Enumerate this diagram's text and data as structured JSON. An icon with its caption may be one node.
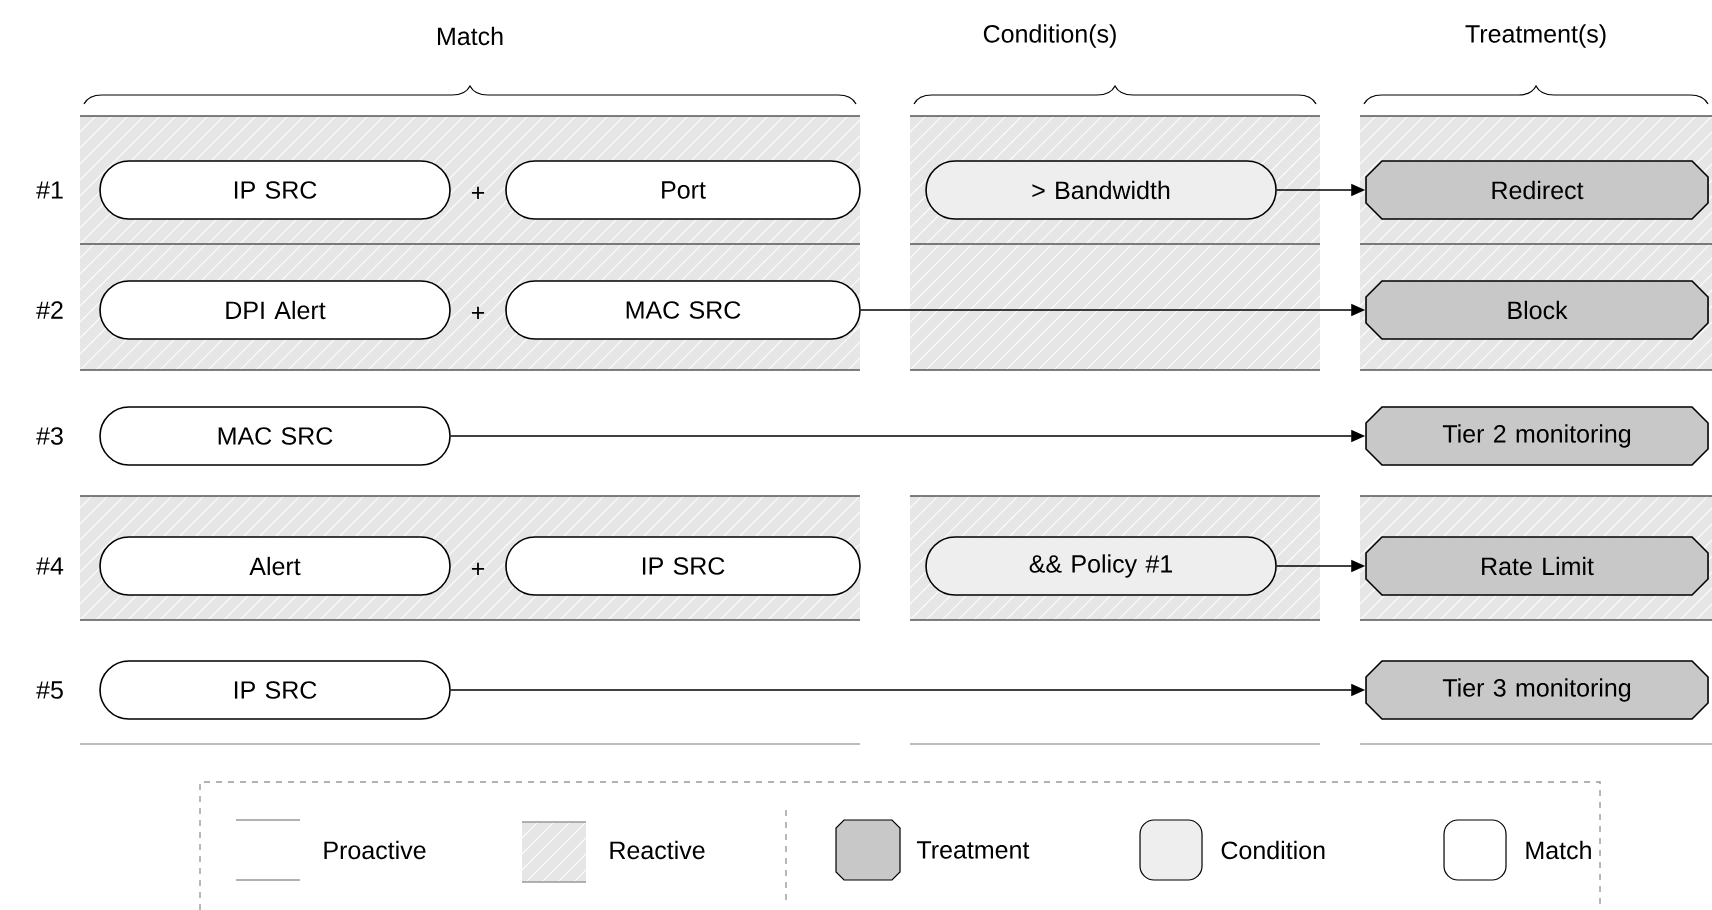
{
  "diagram": {
    "nodes": [
      {
        "text": [
          "IP SRC"
        ]
      },
      {
        "text": [
          "Port"
        ]
      },
      {
        "text": [
          "> Bandwidth"
        ]
      },
      {
        "text": [
          "Redirect"
        ]
      },
      {
        "text": [
          "DPI Alert"
        ]
      },
      {
        "text": [
          "MAC SRC"
        ]
      },
      {
        "text": [
          "Block"
        ]
      },
      {
        "text": [
          "MAC SRC"
        ]
      },
      {
        "text": [
          "Tier 2 monitoring"
        ]
      },
      {
        "text": [
          "Alert"
        ]
      },
      {
        "text": [
          "IP SRC"
        ]
      },
      {
        "text": [
          "&& Policy #1"
        ]
      },
      {
        "text": [
          "Rate Limit"
        ]
      },
      {
        "text": [
          "IP SRC"
        ]
      },
      {
        "text": [
          "Tier 3 monitoring"
        ]
      }
    ],
    "edges": [
      {
        "from": 2,
        "to": 3,
        "arrow": "to"
      },
      {
        "from": 5,
        "to": 6,
        "arrow": "to"
      },
      {
        "from": 7,
        "to": 8,
        "arrow": "to"
      },
      {
        "from": 11,
        "to": 12,
        "arrow": "to"
      },
      {
        "from": 13,
        "to": 14,
        "arrow": "to"
      }
    ],
    "labels": [
      "Match",
      "Condition(s)",
      "Treatment(s)",
      "#1",
      "+",
      "#2",
      "+",
      "#3",
      "#4",
      "+",
      "#5"
    ],
    "legend": [
      {
        "text": "Proactive"
      },
      {
        "text": "Reactive"
      },
      {
        "text": "Treatment"
      },
      {
        "text": "Condition"
      },
      {
        "text": "Match"
      }
    ]
  }
}
